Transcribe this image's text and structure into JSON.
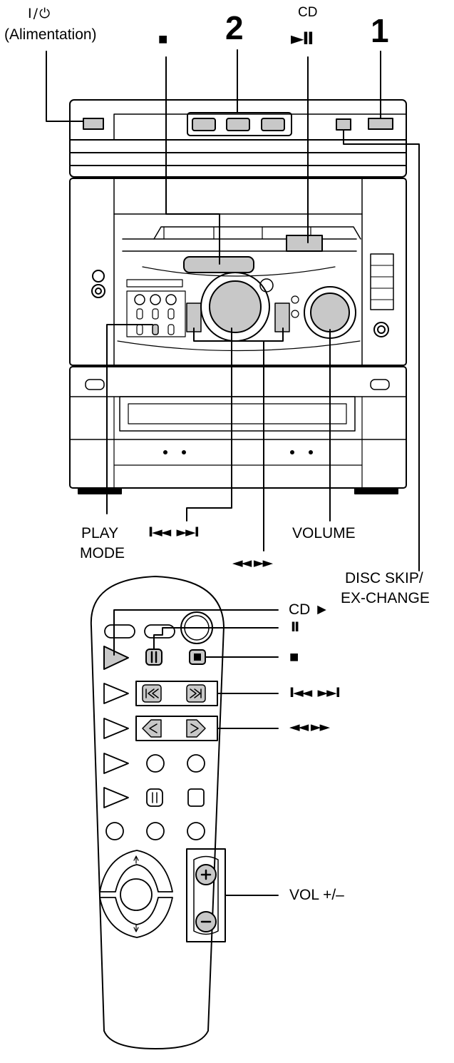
{
  "stereo": {
    "power_label_symbol": "I / ⏻",
    "power_label_text": "(Alimentation)",
    "stop_symbol": "■",
    "callout_2": "2",
    "cd_label": "CD",
    "cd_play_pause_symbol": "►II",
    "callout_1": "1",
    "play_mode_line1": "PLAY",
    "play_mode_line2": "MODE",
    "skip_symbols": "I◄◄  ►►I",
    "volume_label": "VOLUME",
    "search_symbols": "◄◄ ►►",
    "disc_skip_line1": "DISC SKIP/",
    "disc_skip_line2": "EX-CHANGE"
  },
  "remote": {
    "cd_play_label": "CD ►",
    "pause_symbol": "II",
    "stop_symbol": "■",
    "skip_symbols": "I◄◄  ►►I",
    "search_symbols": "◄◄ ►►",
    "vol_label": "VOL +/–"
  },
  "colors": {
    "line": "#000000",
    "highlight": "#c8c8c8",
    "panel": "#ffffff"
  }
}
